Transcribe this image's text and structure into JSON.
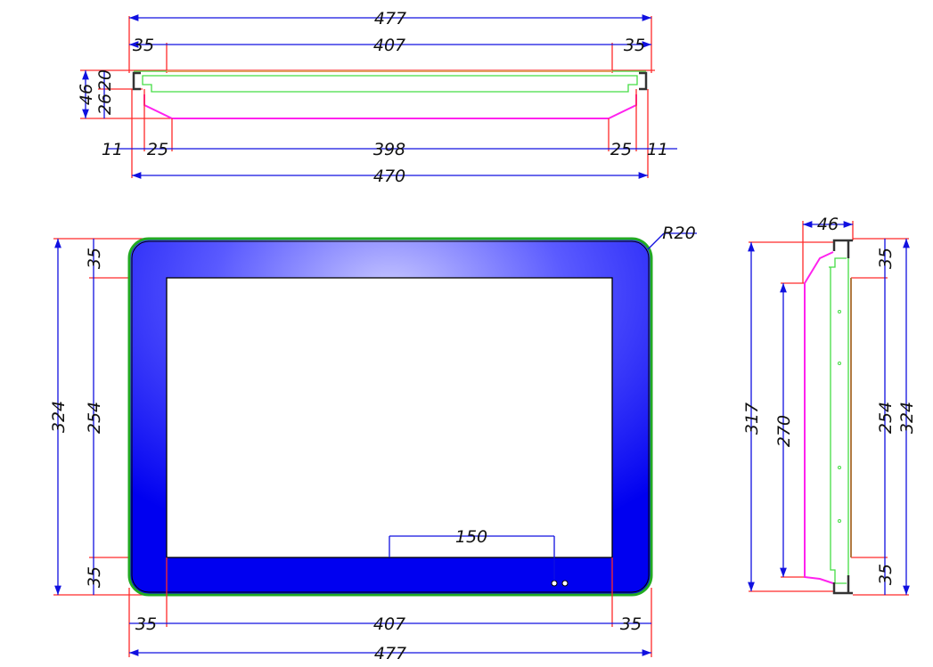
{
  "top_view": {
    "overall_top": "477",
    "left_margin": "35",
    "inner_width": "407",
    "right_margin": "35",
    "total_depth": "46",
    "bezel_depth": "20",
    "body_depth": "26",
    "left_offset": "11",
    "left_chamfer": "25",
    "back_width": "398",
    "right_chamfer": "25",
    "right_offset": "11",
    "overall_bottom": "470"
  },
  "front_view": {
    "corner_radius": "R20",
    "overall_height": "324",
    "top_margin": "35",
    "inner_height": "254",
    "bottom_margin": "35",
    "indicator_offset": "150",
    "left_margin": "35",
    "inner_width": "407",
    "right_margin": "35",
    "overall_width": "477",
    "colors": {
      "bezel": "#1a1aff",
      "outline": "#22aa22",
      "screen": "#ffffff"
    }
  },
  "side_view": {
    "depth": "46",
    "body_height": "317",
    "back_height": "270",
    "top_margin": "35",
    "inner_height": "254",
    "overall_height": "324",
    "bottom_margin": "35"
  }
}
